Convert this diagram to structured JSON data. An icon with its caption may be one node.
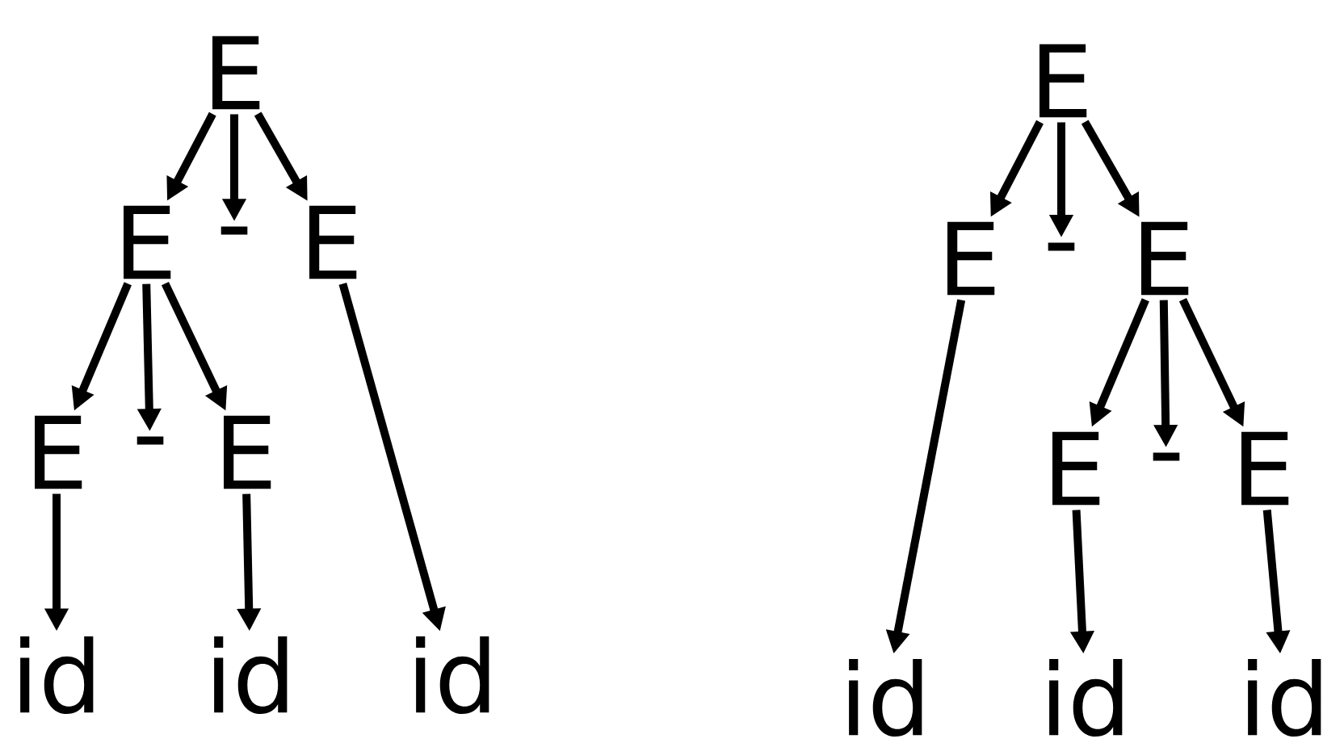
{
  "diagram": {
    "nodes": [
      {
        "text": [
          "E"
        ]
      },
      {
        "text": [
          "E"
        ]
      },
      {
        "text": [
          "-"
        ]
      },
      {
        "text": [
          "E"
        ]
      },
      {
        "text": [
          "E"
        ]
      },
      {
        "text": [
          "-"
        ]
      },
      {
        "text": [
          "E"
        ]
      },
      {
        "text": [
          "id"
        ]
      },
      {
        "text": [
          "id"
        ]
      },
      {
        "text": [
          "id"
        ]
      },
      {
        "text": [
          "E"
        ]
      },
      {
        "text": [
          "E"
        ]
      },
      {
        "text": [
          "-"
        ]
      },
      {
        "text": [
          "E"
        ]
      },
      {
        "text": [
          "id"
        ]
      },
      {
        "text": [
          "E"
        ]
      },
      {
        "text": [
          "-"
        ]
      },
      {
        "text": [
          "E"
        ]
      },
      {
        "text": [
          "id"
        ]
      },
      {
        "text": [
          "id"
        ]
      }
    ],
    "edges": [
      {
        "from": 0,
        "to": 1,
        "arrow": "to"
      },
      {
        "from": 0,
        "to": 2,
        "arrow": "to"
      },
      {
        "from": 0,
        "to": 3,
        "arrow": "to"
      },
      {
        "from": 1,
        "to": 4,
        "arrow": "to"
      },
      {
        "from": 1,
        "to": 5,
        "arrow": "to"
      },
      {
        "from": 1,
        "to": 6,
        "arrow": "to"
      },
      {
        "from": 4,
        "to": 7,
        "arrow": "to"
      },
      {
        "from": 6,
        "to": 8,
        "arrow": "to"
      },
      {
        "from": 3,
        "to": 9,
        "arrow": "to"
      },
      {
        "from": 10,
        "to": 11,
        "arrow": "to"
      },
      {
        "from": 10,
        "to": 12,
        "arrow": "to"
      },
      {
        "from": 10,
        "to": 13,
        "arrow": "to"
      },
      {
        "from": 11,
        "to": 14,
        "arrow": "to"
      },
      {
        "from": 13,
        "to": 15,
        "arrow": "to"
      },
      {
        "from": 13,
        "to": 16,
        "arrow": "to"
      },
      {
        "from": 13,
        "to": 17,
        "arrow": "to"
      },
      {
        "from": 15,
        "to": 18,
        "arrow": "to"
      },
      {
        "from": 17,
        "to": 19,
        "arrow": "to"
      }
    ]
  }
}
